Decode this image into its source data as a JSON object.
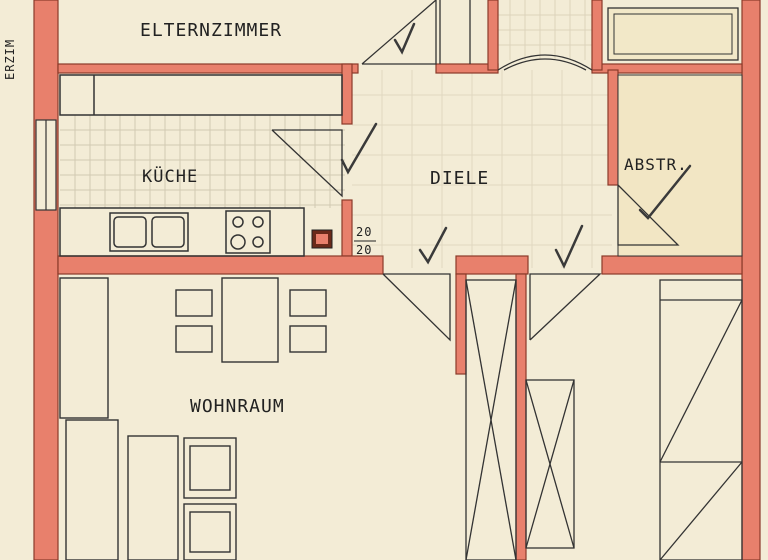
{
  "rooms": {
    "elternzimmer": "ELTERNZIMMER",
    "kueche": "KÜCHE",
    "diele": "DIELE",
    "abstr": "ABSTR.",
    "wohnraum": "WOHNRAUM"
  },
  "dimension_mark": {
    "top": "20",
    "bottom": "20"
  },
  "side_text": "ERZIM",
  "colors": {
    "wall": "#e8806c",
    "wall_outline": "#8a3a2a",
    "floor": "#f5edd6",
    "room_fill": "#f2e8c8",
    "tile": "#c9c2ad",
    "line": "#333333"
  }
}
